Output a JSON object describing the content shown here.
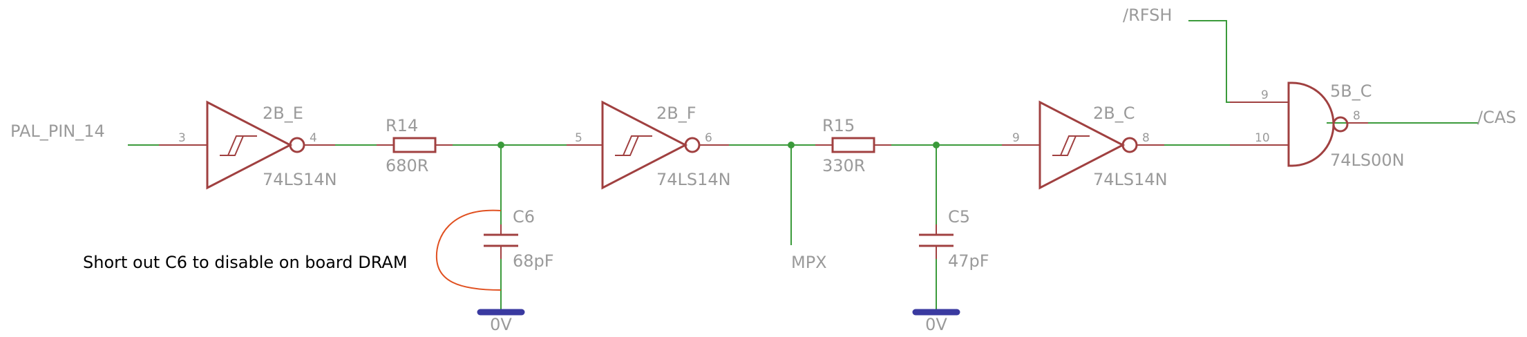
{
  "nets": {
    "input": "PAL_PIN_14",
    "mpx": "MPX",
    "rfsh": "/RFSH",
    "cas": "/CAS"
  },
  "gate_2b_e": {
    "name": "2B_E",
    "value": "74LS14N",
    "pin_in": "3",
    "pin_out": "4"
  },
  "gate_2b_f": {
    "name": "2B_F",
    "value": "74LS14N",
    "pin_in": "5",
    "pin_out": "6"
  },
  "gate_2b_c": {
    "name": "2B_C",
    "value": "74LS14N",
    "pin_in": "9",
    "pin_out": "8"
  },
  "gate_5b_c": {
    "name": "5B_C",
    "value": "74LS00N",
    "pin_a": "9",
    "pin_b": "10",
    "pin_out": "8"
  },
  "r14": {
    "name": "R14",
    "value": "680R"
  },
  "r15": {
    "name": "R15",
    "value": "330R"
  },
  "c6": {
    "name": "C6",
    "value": "68pF"
  },
  "c5": {
    "name": "C5",
    "value": "47pF"
  },
  "gnd_c6": "0V",
  "gnd_c5": "0V",
  "note": "Short out C6 to disable on board DRAM"
}
